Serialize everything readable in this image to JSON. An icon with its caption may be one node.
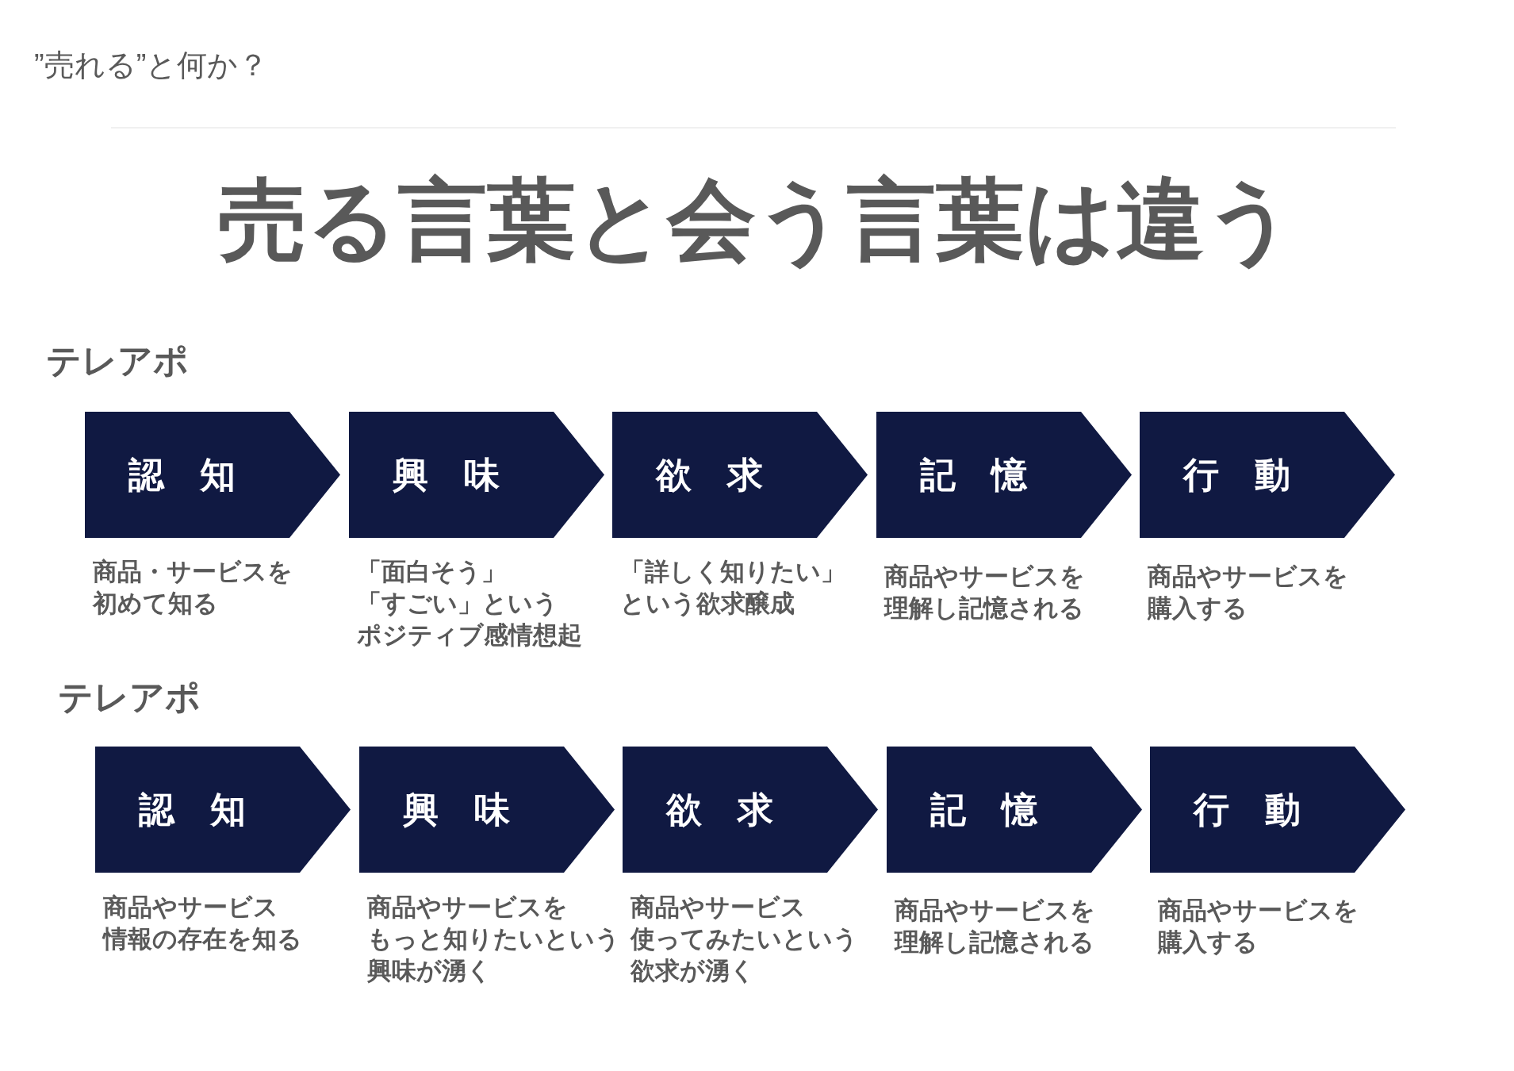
{
  "diagram": {
    "title": "売る言葉と会う言葉は違う",
    "nodes": [
      {
        "text": [
          "認　知"
        ],
        "beside": [
          "商品・サービスを初めて知る"
        ]
      },
      {
        "text": [
          "興　味"
        ],
        "beside": [
          "「面白そう」「すごい」というポジティブ感情想起"
        ]
      },
      {
        "text": [
          "欲　求"
        ],
        "beside": [
          "「詳しく知りたい」という欲求醸成"
        ]
      },
      {
        "text": [
          "記　憶"
        ],
        "beside": [
          "商品やサービスを理解し記憶される"
        ]
      },
      {
        "text": [
          "行　動"
        ],
        "beside": [
          "商品やサービスを購入する"
        ]
      },
      {
        "text": [
          "認　知"
        ],
        "beside": [
          "商品やサービス情報の存在を知る"
        ]
      },
      {
        "text": [
          "興　味"
        ],
        "beside": [
          "商品やサービスをもっと知りたいという興味が湧く"
        ]
      },
      {
        "text": [
          "欲　求"
        ],
        "beside": [
          "商品やサービス使ってみたいという欲求が湧く"
        ]
      },
      {
        "text": [
          "記　憶"
        ],
        "beside": [
          "商品やサービスを理解し記憶される"
        ]
      },
      {
        "text": [
          "行　動"
        ],
        "beside": [
          "商品やサービスを購入する"
        ]
      }
    ],
    "labels": [
      "”売れる”と何か？",
      "テレアポ",
      "テレアポ"
    ]
  }
}
